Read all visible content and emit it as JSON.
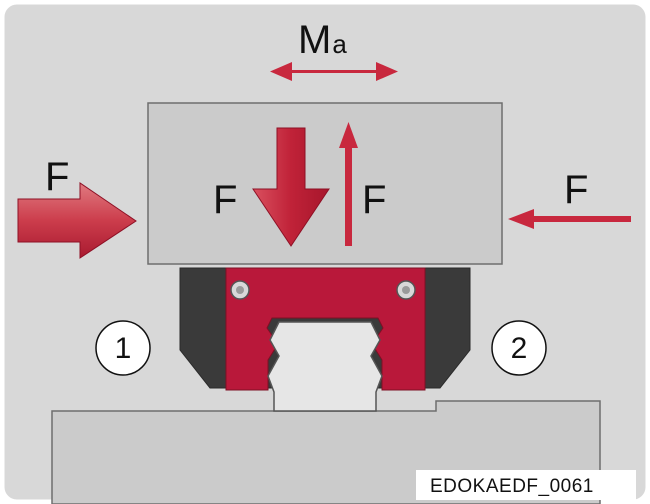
{
  "labels": {
    "moment": "M",
    "moment_sub": "a",
    "force_left": "F",
    "force_down": "F",
    "force_up": "F",
    "force_right": "F",
    "position_1": "1",
    "position_2": "2",
    "figure_code": "EDOKAEDF_0061"
  },
  "colors": {
    "background": "#d8d8d8",
    "frame": "#ffffff",
    "block": "#cbcbcb",
    "block_edge": "#6e6e6e",
    "carriage_red": "#b9183a",
    "carriage_dark": "#3a3a3a",
    "rail": "#e6e6e6",
    "arrow_red": "#c8283e",
    "arrow_red_light": "#dd5a64"
  }
}
